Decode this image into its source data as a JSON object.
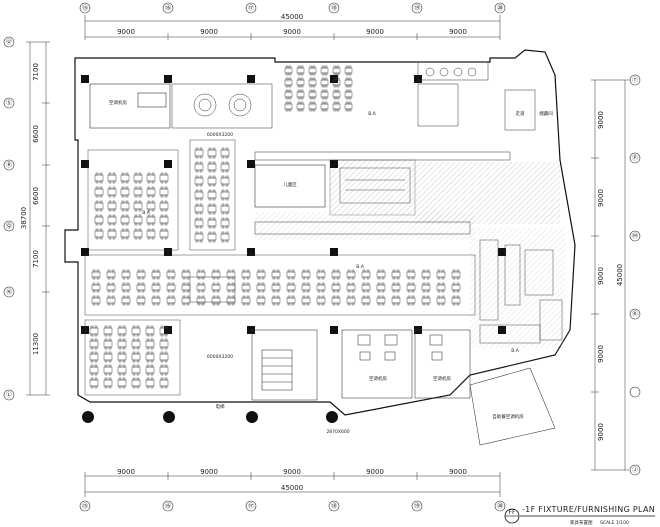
{
  "title": {
    "sheet_id": "FF",
    "title": "-1F FIXTURE/FURNISHING PLAN",
    "subtitle": "家具布置图",
    "scale": "SCALE 1/100"
  },
  "grid": {
    "columns": [
      "⑮",
      "⑯",
      "⑰",
      "⑱",
      "⑲",
      "⑳"
    ],
    "rows": [
      "Ⓤ",
      "Ⓣ",
      "Ⓢ",
      "Ⓡ",
      "Ⓠ",
      "Ⓟ",
      "Ⓝ",
      "Ⓜ",
      "Ⓛ",
      "Ⓚ",
      "Ⓙ"
    ]
  },
  "dimensions": {
    "top_total": "45000",
    "top_bays": [
      "9000",
      "9000",
      "9000",
      "9000",
      "9000"
    ],
    "bottom_total": "45000",
    "bottom_bays": [
      "9000",
      "9000",
      "9000",
      "9000",
      "9000"
    ],
    "left_bays": [
      "7100",
      "6600",
      "6600",
      "7100",
      "11300"
    ],
    "left_total": "38700",
    "right_bays": [
      "9000",
      "9000",
      "9000",
      "9000",
      "9000"
    ],
    "right_total": "45000"
  },
  "rooms": {
    "ac_room_top": "空调机房",
    "ac_room_1": "空调机房",
    "ac_room_2": "空调机房",
    "ac_room_3": "自助餐空调机房",
    "kids_area": "儿童区",
    "stair": "电梯",
    "tag_a": "B.A",
    "tag_b": "B.A",
    "tag_c": "B.A",
    "tag_d": "B.A",
    "note_1": "6000X3200",
    "note_2": "6000X3200",
    "note_3": "2870X600",
    "corridor": "走道",
    "storage": "储藏间"
  }
}
